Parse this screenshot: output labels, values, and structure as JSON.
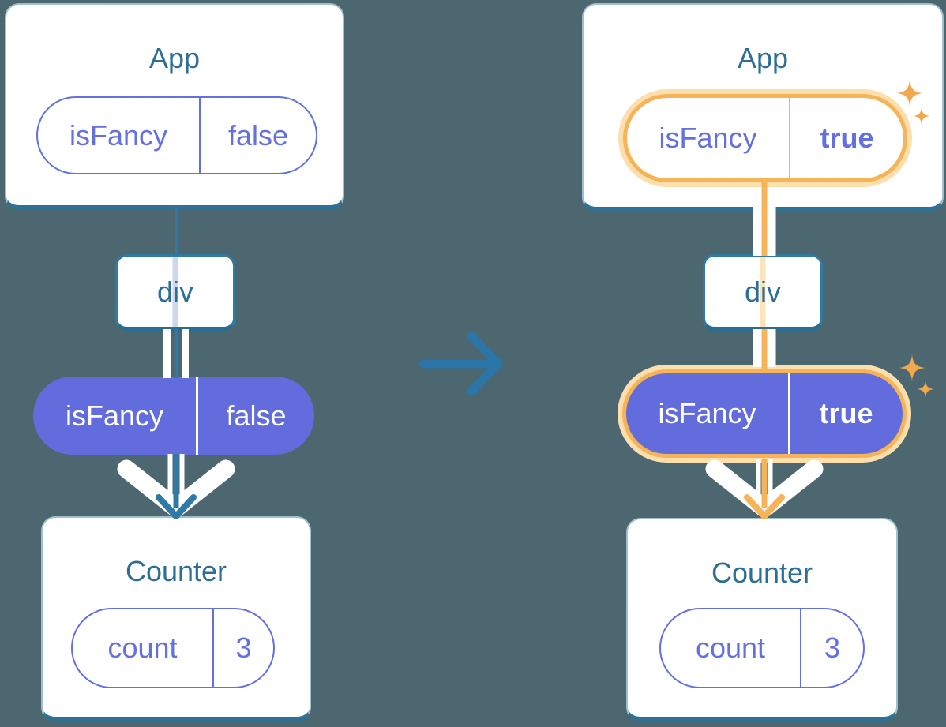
{
  "panels": {
    "before": {
      "app": {
        "title": "App",
        "pill": {
          "key": "isFancy",
          "value": "false"
        }
      },
      "container": {
        "label": "div"
      },
      "prop": {
        "key": "isFancy",
        "value": "false"
      },
      "counter": {
        "title": "Counter",
        "pill": {
          "key": "count",
          "value": "3"
        }
      }
    },
    "after": {
      "app": {
        "title": "App",
        "pill": {
          "key": "isFancy",
          "value": "true"
        }
      },
      "container": {
        "label": "div"
      },
      "prop": {
        "key": "isFancy",
        "value": "true"
      },
      "counter": {
        "title": "Counter",
        "pill": {
          "key": "count",
          "value": "3"
        }
      }
    }
  },
  "colors": {
    "background": "#4d6771",
    "card_fill": "#ffffff",
    "card_border": "#2d7296",
    "title_text": "#2d6e96",
    "purple_outline": "#6470de",
    "purple_fill": "#626cdd",
    "blue_line": "#2e79a6",
    "orange": "#f7b357",
    "orange_glow": "#fcdfad",
    "sparkle": "#f2a84b",
    "white": "#ffffff"
  }
}
